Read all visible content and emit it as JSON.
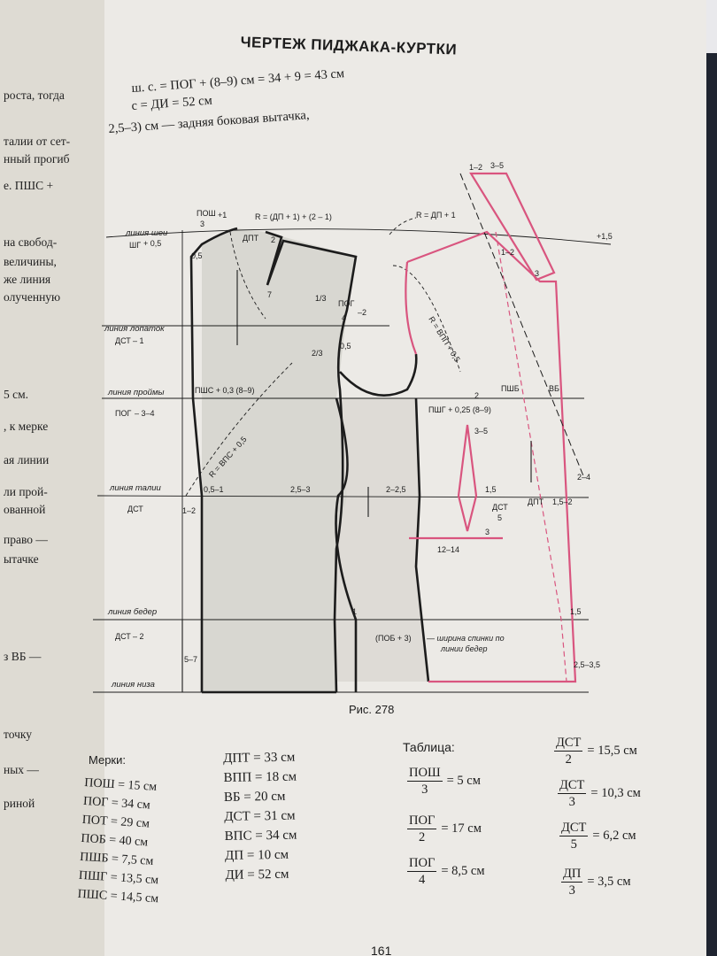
{
  "page": {
    "title": "ЧЕРТЕЖ ПИДЖАКА-КУРТКИ",
    "header_lines": [
      "ш. с. = ПОГ + (8–9) см = 34 + 9 = 43 см",
      "с = ДИ = 52 см",
      "2,5–3) см — задняя боковая вытачка,"
    ],
    "figure_caption": "Рис. 278",
    "page_number": "161"
  },
  "left_page": {
    "lines": [
      "роста, тогда",
      "",
      "талии от сет-",
      "нный прогиб",
      "е. ПШС +",
      "",
      "на свобод-",
      "величины,",
      "же линия",
      "олученную",
      "",
      "5 см.",
      ", к мерке",
      "ая линии",
      "ли прой-",
      "ованной",
      "право —",
      "ытачке",
      "з ВБ —",
      "точку",
      "ных —",
      "риной"
    ]
  },
  "drawing_labels": {
    "line_neck": "линия шеи",
    "line_shoulders": "линия лопаток",
    "line_armhole": "линия проймы",
    "line_waist": "линия талии",
    "line_hips": "линия бедер",
    "line_bottom": "линия низа",
    "l_posh": "ПОШ",
    "l_3": "3",
    "l_p1": "+1",
    "l_R1": "R = (ДП + 1) + (2 – 1)",
    "l_shr": "ШГ",
    "l_p05": "+ 0,5",
    "l_dpt": "ДПТ",
    "l_2": "2",
    "l_05": "0,5",
    "l_7": "7",
    "l_13": "1/3",
    "l_pog4": "ПОГ",
    "l_m2": "–2",
    "l_4": "4",
    "l_23": "2/3",
    "l_dst": "ДСТ",
    "l_m1": "– 1",
    "l_pshc": "ПШС + 0,3 (8–9)",
    "l_pog2": "ПОГ",
    "l_m34": "– 3–4",
    "l_dot5": "0,5",
    "l_R2": "R = ВПС + 0,5",
    "l_05_1": "0,5–1",
    "l_25_3": "2,5–3",
    "l_2_25": "2–2,5",
    "l_1_2": "1–2",
    "l_dst_w": "ДСТ",
    "l_dst2": "ДСТ",
    "l_m2b": "– 2",
    "l_5_7": "5–7",
    "l_1": "1",
    "l_pob": "(ПОБ + 3)",
    "l_shirina": "— ширина спинки по",
    "l_linii": "линии бедер",
    "l_R3": "R = ДП + 1",
    "l_Rvpp": "R = ВПП + 0,5",
    "l_1_2t": "1–2",
    "l_3_5t": "3–5",
    "l_p15": "+1,5",
    "l_1_2c": "1–2",
    "l_3c": "3",
    "l_pshb": "ПШБ",
    "l_vb": "ВБ",
    "l_pshg": "ПШГ + 0,25 (8–9)",
    "l_2r": "2",
    "l_3_5r": "3–5",
    "l_2_4": "2–4",
    "l_15_2": "1,5",
    "l_dst5": "ДСТ",
    "l_5": "5",
    "l_dpt2": "ДПТ",
    "l_15_2b": "1,5–2",
    "l_3b": "3",
    "l_12_14": "12–14",
    "l_15": "1,5",
    "l_25_35": "2,5–3,5"
  },
  "measurements": {
    "title": "Мерки:",
    "col1": [
      "ПОШ = 15 см",
      "ПОГ = 34 см",
      "ПОТ = 29 см",
      "ПОБ = 40 см",
      "ПШБ = 7,5 см",
      "ПШГ = 13,5 см",
      "ПШС = 14,5 см"
    ],
    "col2": [
      "ДПТ = 33 см",
      "ВПП = 18 см",
      "ВБ = 20 см",
      "ДСТ = 31 см",
      "ВПС = 34 см",
      "ДП = 10 см",
      "ДИ = 52 см"
    ]
  },
  "table": {
    "title": "Таблица:",
    "col1": [
      {
        "num": "ПОШ",
        "den": "3",
        "val": "= 5 см"
      },
      {
        "num": "ПОГ",
        "den": "2",
        "val": "= 17 см"
      },
      {
        "num": "ПОГ",
        "den": "4",
        "val": "= 8,5 см"
      }
    ],
    "col2": [
      {
        "num": "ДСТ",
        "den": "2",
        "val": "= 15,5 см"
      },
      {
        "num": "ДСТ",
        "den": "3",
        "val": "= 10,3 см"
      },
      {
        "num": "ДСТ",
        "den": "5",
        "val": "= 6,2 см"
      },
      {
        "num": "ДП",
        "den": "3",
        "val": "= 3,5 см"
      }
    ]
  },
  "colors": {
    "paper": "#eceae6",
    "ink": "#1c1c1c",
    "pink": "#d9557f",
    "shade": "#c9c6c0"
  }
}
